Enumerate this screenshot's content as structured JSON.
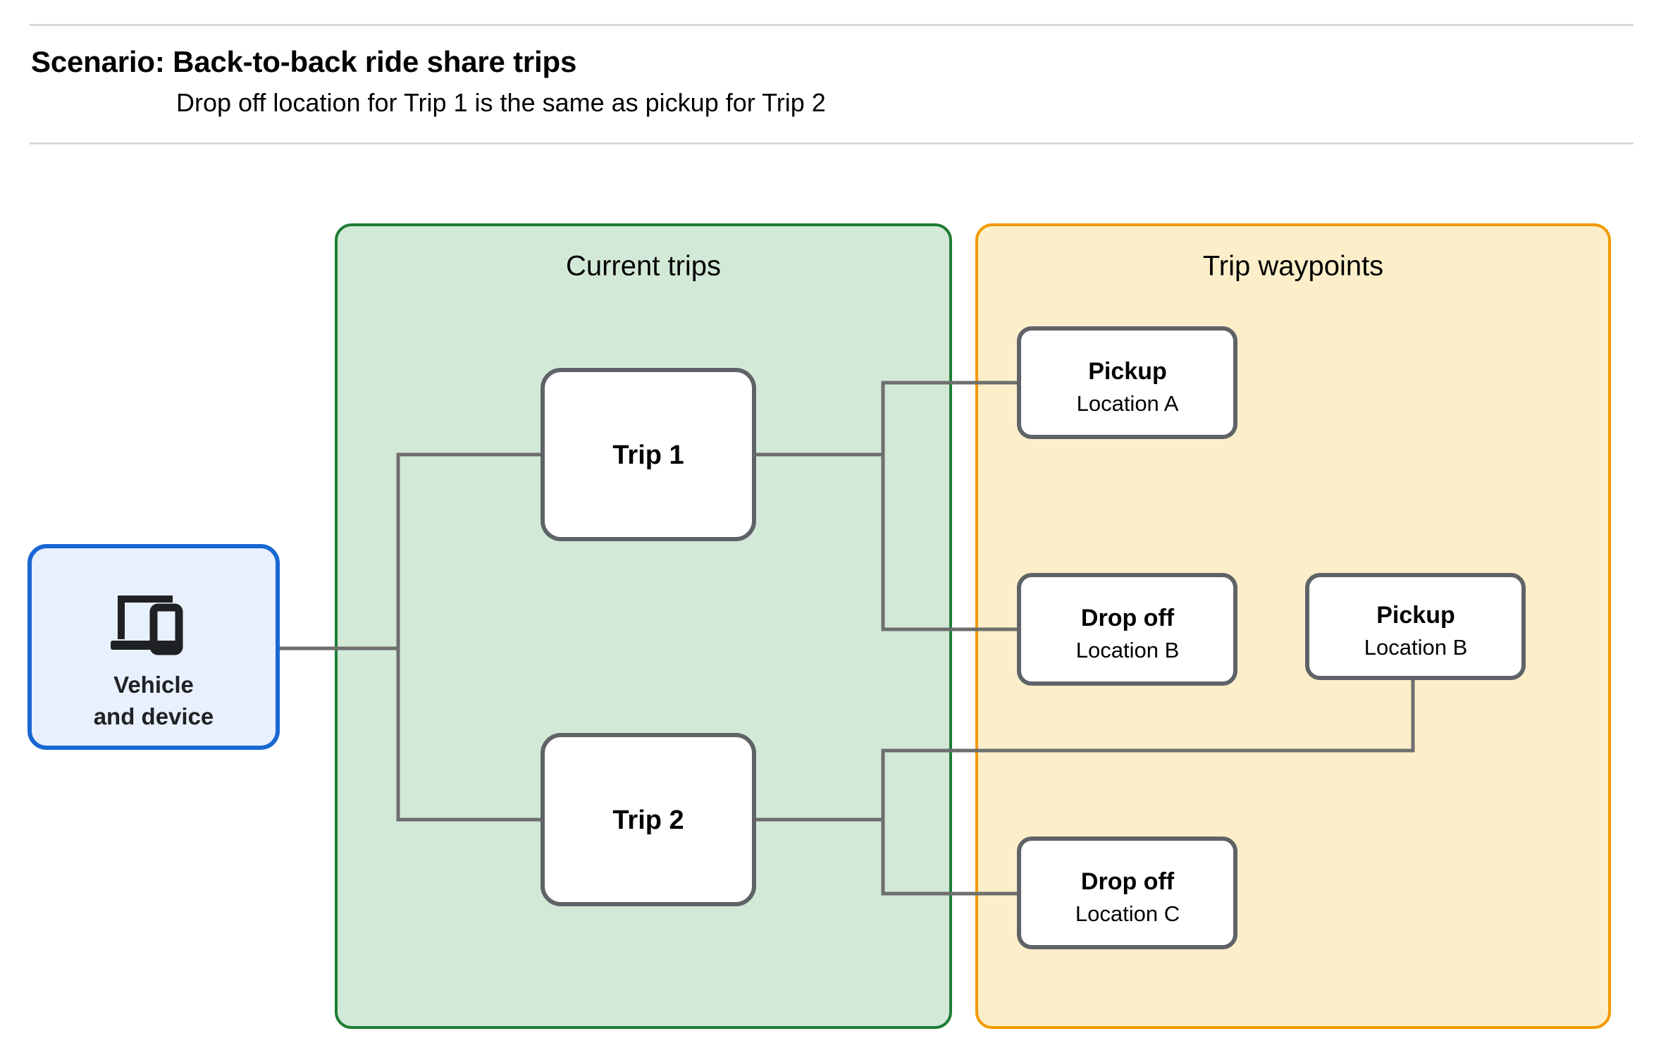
{
  "header": {
    "title": "Scenario: Back-to-back ride share trips",
    "subtitle": "Drop off  location for Trip 1 is the same as pickup for Trip 2"
  },
  "panels": {
    "current_trips": {
      "title": "Current trips",
      "fill": "#d3e9d7",
      "stroke": "#1e7e34"
    },
    "trip_waypoints": {
      "title": "Trip waypoints",
      "fill": "#fceec9",
      "stroke": "#f29900"
    }
  },
  "device": {
    "line1": "Vehicle",
    "line2": "and device",
    "icon": "laptop-and-phone-icon",
    "fill": "#e8f0fe",
    "stroke": "#1967d2"
  },
  "trips": [
    {
      "label": "Trip 1"
    },
    {
      "label": "Trip 2"
    }
  ],
  "waypoints": [
    {
      "title": "Pickup",
      "location": "Location A"
    },
    {
      "title": "Drop off",
      "location": "Location B"
    },
    {
      "title": "Pickup",
      "location": "Location B"
    },
    {
      "title": "Drop off",
      "location": "Location C"
    }
  ],
  "colors": {
    "edge": "#6e6e6e",
    "node_stroke": "#5f6368",
    "node_fill": "#ffffff",
    "rule": "#d9d9d9"
  }
}
